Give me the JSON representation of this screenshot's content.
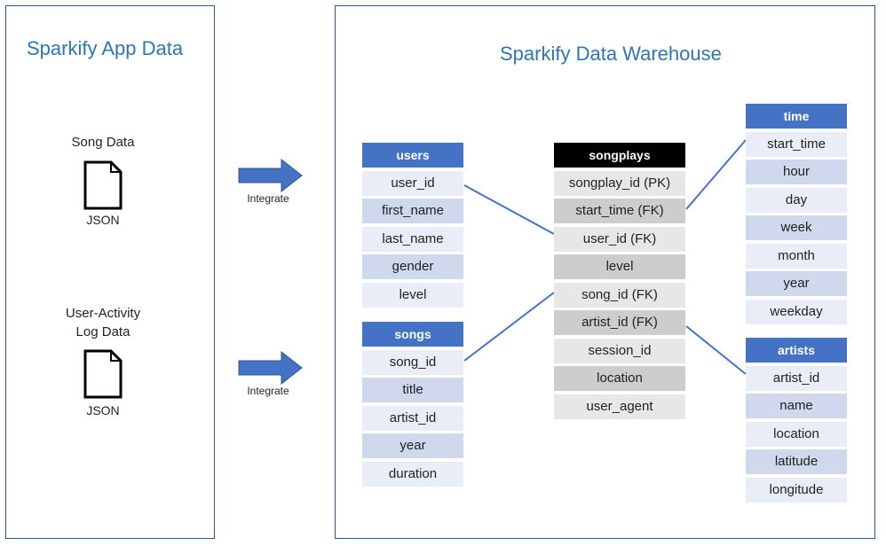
{
  "app_panel": {
    "title": "Sparkify App Data",
    "sources": [
      {
        "label": "Song Data",
        "file_type": "JSON",
        "icon": "document-icon"
      },
      {
        "label": "User-Activity\nLog Data",
        "file_type": "JSON",
        "icon": "document-icon"
      }
    ]
  },
  "arrows": [
    {
      "label": "Integrate",
      "icon": "right-arrow-icon"
    },
    {
      "label": "Integrate",
      "icon": "right-arrow-icon"
    }
  ],
  "warehouse_panel": {
    "title": "Sparkify Data Warehouse",
    "tables": {
      "users": {
        "name": "users",
        "columns": [
          "user_id",
          "first_name",
          "last_name",
          "gender",
          "level"
        ]
      },
      "songs": {
        "name": "songs",
        "columns": [
          "song_id",
          "title",
          "artist_id",
          "year",
          "duration"
        ]
      },
      "songplays": {
        "name": "songplays",
        "columns": [
          "songplay_id (PK)",
          "start_time (FK)",
          "user_id (FK)",
          "level",
          "song_id (FK)",
          "artist_id (FK)",
          "session_id",
          "location",
          "user_agent"
        ]
      },
      "time": {
        "name": "time",
        "columns": [
          "start_time",
          "hour",
          "day",
          "week",
          "month",
          "year",
          "weekday"
        ]
      },
      "artists": {
        "name": "artists",
        "columns": [
          "artist_id",
          "name",
          "location",
          "latitude",
          "longitude"
        ]
      }
    }
  },
  "colors": {
    "accent_blue": "#4472c4",
    "title_blue": "#2e75b6",
    "dimension_row_odd": "#d0d8ee",
    "dimension_row_even": "#e9edf7",
    "fact_header": "#000000",
    "fact_row_odd": "#cdcdcd",
    "fact_row_even": "#e7e7e7"
  }
}
